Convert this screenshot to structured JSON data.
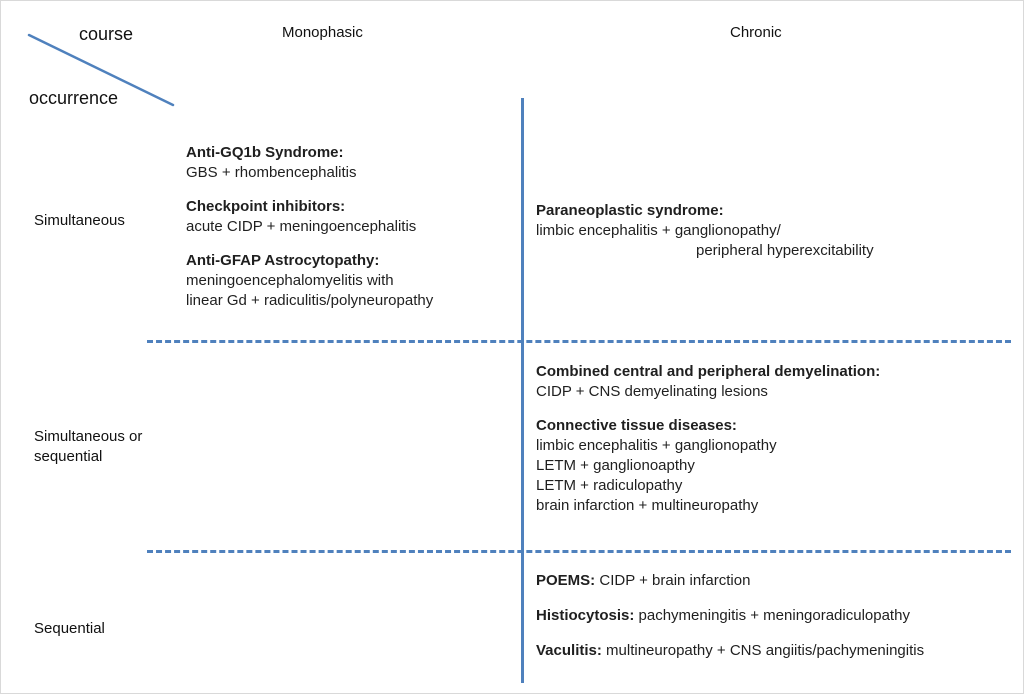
{
  "figure": {
    "background": "#ffffff",
    "accent_blue": "#4f81bd",
    "text_color": "#1f1f1f"
  },
  "axes": {
    "course": "course",
    "occurrence": "occurrence"
  },
  "columns": {
    "monophasic": "Monophasic",
    "chronic": "Chronic"
  },
  "rows": {
    "simultaneous": "Simultaneous",
    "sim_or_seq_line1": "Simultaneous or",
    "sim_or_seq_line2": "sequential",
    "sequential": "Sequential"
  },
  "cells": {
    "simultaneous_monophasic": {
      "entries": [
        {
          "term": "Anti-GQ1b Syndrome:",
          "line1": "GBS + rhombencephalitis"
        },
        {
          "term": "Checkpoint inhibitors:",
          "line1": "acute CIDP + meningoencephalitis"
        },
        {
          "term": "Anti-GFAP Astrocytopathy:",
          "line1": "meningoencephalomyelitis with",
          "line2": "linear Gd + radiculitis/polyneuropathy"
        }
      ]
    },
    "simultaneous_chronic": {
      "term": "Paraneoplastic syndrome:",
      "line1": "limbic encephalitis + ganglionopathy/",
      "line2": "peripheral hyperexcitability"
    },
    "sim_or_seq_chronic": {
      "entries": [
        {
          "term": "Combined central and peripheral demyelination:",
          "line1": "CIDP + CNS demyelinating lesions"
        },
        {
          "term": "Connective tissue diseases:",
          "line1": "limbic encephalitis + ganglionopathy",
          "line2": "LETM + ganglionoapthy",
          "line3": "LETM + radiculopathy",
          "line4": "brain infarction + multineuropathy"
        }
      ]
    },
    "sequential_chronic": {
      "entries": [
        {
          "term": "POEMS:",
          "rest": "CIDP + brain infarction"
        },
        {
          "term": "Histiocytosis:",
          "rest": "pachymeningitis + meningoradiculopathy"
        },
        {
          "term": "Vaculitis:",
          "rest": "multineuropathy + CNS angiitis/pachymeningitis"
        }
      ]
    }
  }
}
